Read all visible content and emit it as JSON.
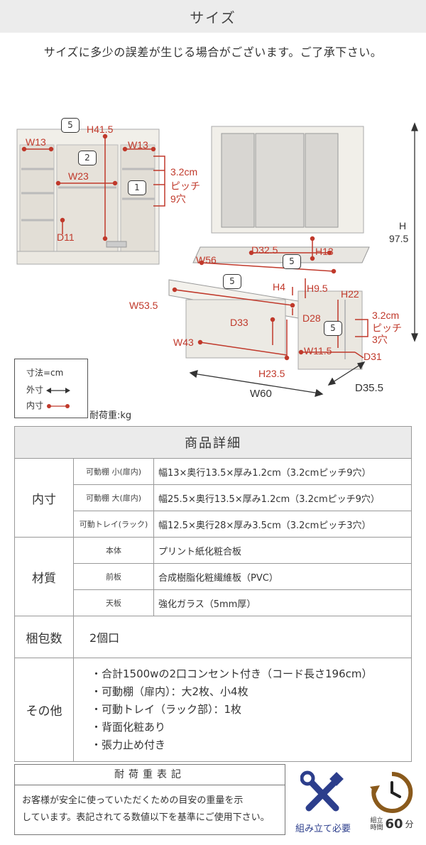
{
  "header": {
    "title": "サイズ",
    "subtitle": "サイズに多少の誤差が生じる場合がございます。ご了承下さい。"
  },
  "diagram": {
    "left": {
      "h": "H41.5",
      "w13a": "W13",
      "w13b": "W13",
      "w23": "W23",
      "d11": "D11",
      "pitch1": "3.2cm",
      "pitch2": "ピッチ",
      "pitch3": "9穴",
      "badge5": "5",
      "badge2": "2",
      "badge1": "1"
    },
    "right": {
      "h": "H",
      "h_val": "97.5",
      "h13": "H13",
      "d32": "D32.5",
      "w56": "W56",
      "h4": "H4",
      "h95": "H9.5",
      "h22": "H22",
      "w535": "W53.5",
      "d28": "D28",
      "pitch1": "3.2cm",
      "pitch2": "ピッチ",
      "pitch3": "3穴",
      "d33": "D33",
      "w43": "W43",
      "w115": "W11.5",
      "d31": "D31",
      "h235": "H23.5",
      "w60": "W60",
      "d355": "D35.5",
      "badge5a": "5",
      "badge5b": "5",
      "badge5c": "5"
    }
  },
  "legend": {
    "unit": "寸法=cm",
    "outer": "外寸",
    "inner": "内寸",
    "load": "耐荷重:kg"
  },
  "spec": {
    "heading": "商品詳細",
    "inner_label": "内寸",
    "inner_rows": [
      {
        "label": "可動棚 小(扉内)",
        "value": "幅13×奥行13.5×厚み1.2cm（3.2cmピッチ9穴）"
      },
      {
        "label": "可動棚 大(扉内)",
        "value": "幅25.5×奥行13.5×厚み1.2cm（3.2cmピッチ9穴）"
      },
      {
        "label": "可動トレイ(ラック)",
        "value": "幅12.5×奥行28×厚み3.5cm（3.2cmピッチ3穴）"
      }
    ],
    "material_label": "材質",
    "material_rows": [
      {
        "label": "本体",
        "value": "プリント紙化粧合板"
      },
      {
        "label": "前板",
        "value": "合成樹脂化粧繊維板（PVC）"
      },
      {
        "label": "天板",
        "value": "強化ガラス（5mm厚）"
      }
    ],
    "package_label": "梱包数",
    "package_value": "2個口",
    "other_label": "その他",
    "other_items": [
      "・合計1500wの2口コンセント付き（コード長さ196cm）",
      "・可動棚（扉内）：大2枚、小4枚",
      "・可動トレイ（ラック部）：1枚",
      "・背面化粧あり",
      "・張力止め付き"
    ]
  },
  "load_box": {
    "title": "耐荷重表記",
    "text1": "お客様が安全に使っていただくための目安の重量を示",
    "text2": "しています。表記されてる数値以下を基準にご使用下さい。"
  },
  "badges": {
    "assembly": "組み立て必要",
    "time_label1": "組立",
    "time_label2": "時間",
    "time_value": "60",
    "time_unit": "分"
  },
  "colors": {
    "accent": "#c0392b",
    "icon": "#2c3e8c",
    "timer": "#8a5a1c"
  }
}
